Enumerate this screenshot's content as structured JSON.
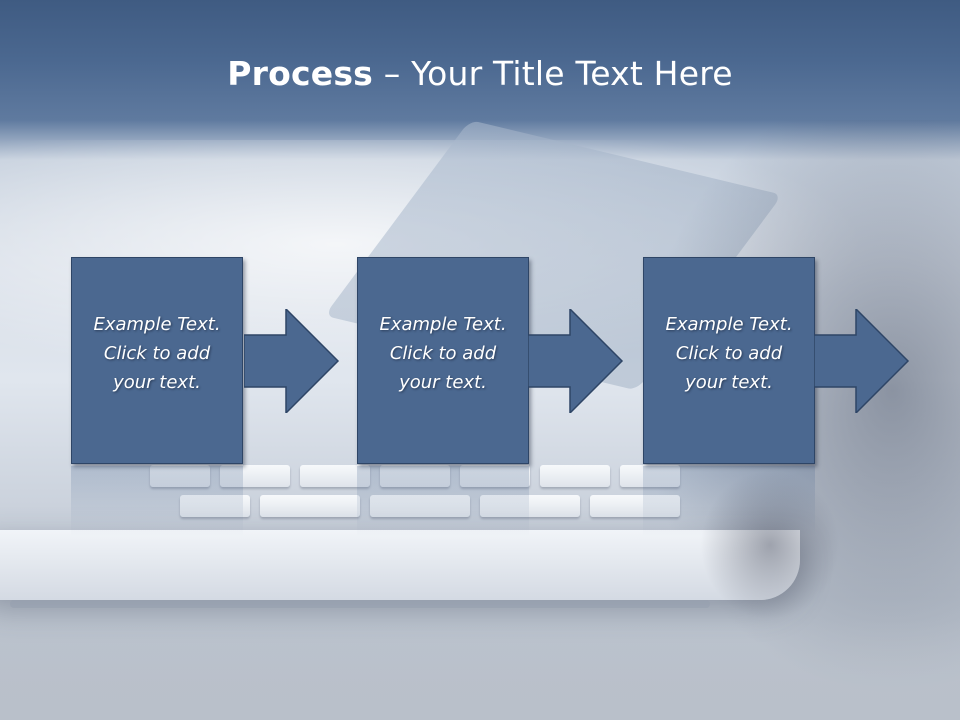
{
  "slide": {
    "title_bold": "Process",
    "title_rest": " – Your Title Text Here",
    "steps": [
      {
        "text": "Example Text.\nClick  to add\nyour text."
      },
      {
        "text": "Example Text.\nClick  to add\nyour text."
      },
      {
        "text": "Example Text.\nClick  to add\nyour text."
      }
    ]
  },
  "colors": {
    "step_fill": "#4b6890",
    "step_border": "#2e4566",
    "title_bar": "#4b6890",
    "title_text": "#ffffff"
  },
  "icons": [
    "right-arrow-icon",
    "right-arrow-icon",
    "right-arrow-icon"
  ]
}
